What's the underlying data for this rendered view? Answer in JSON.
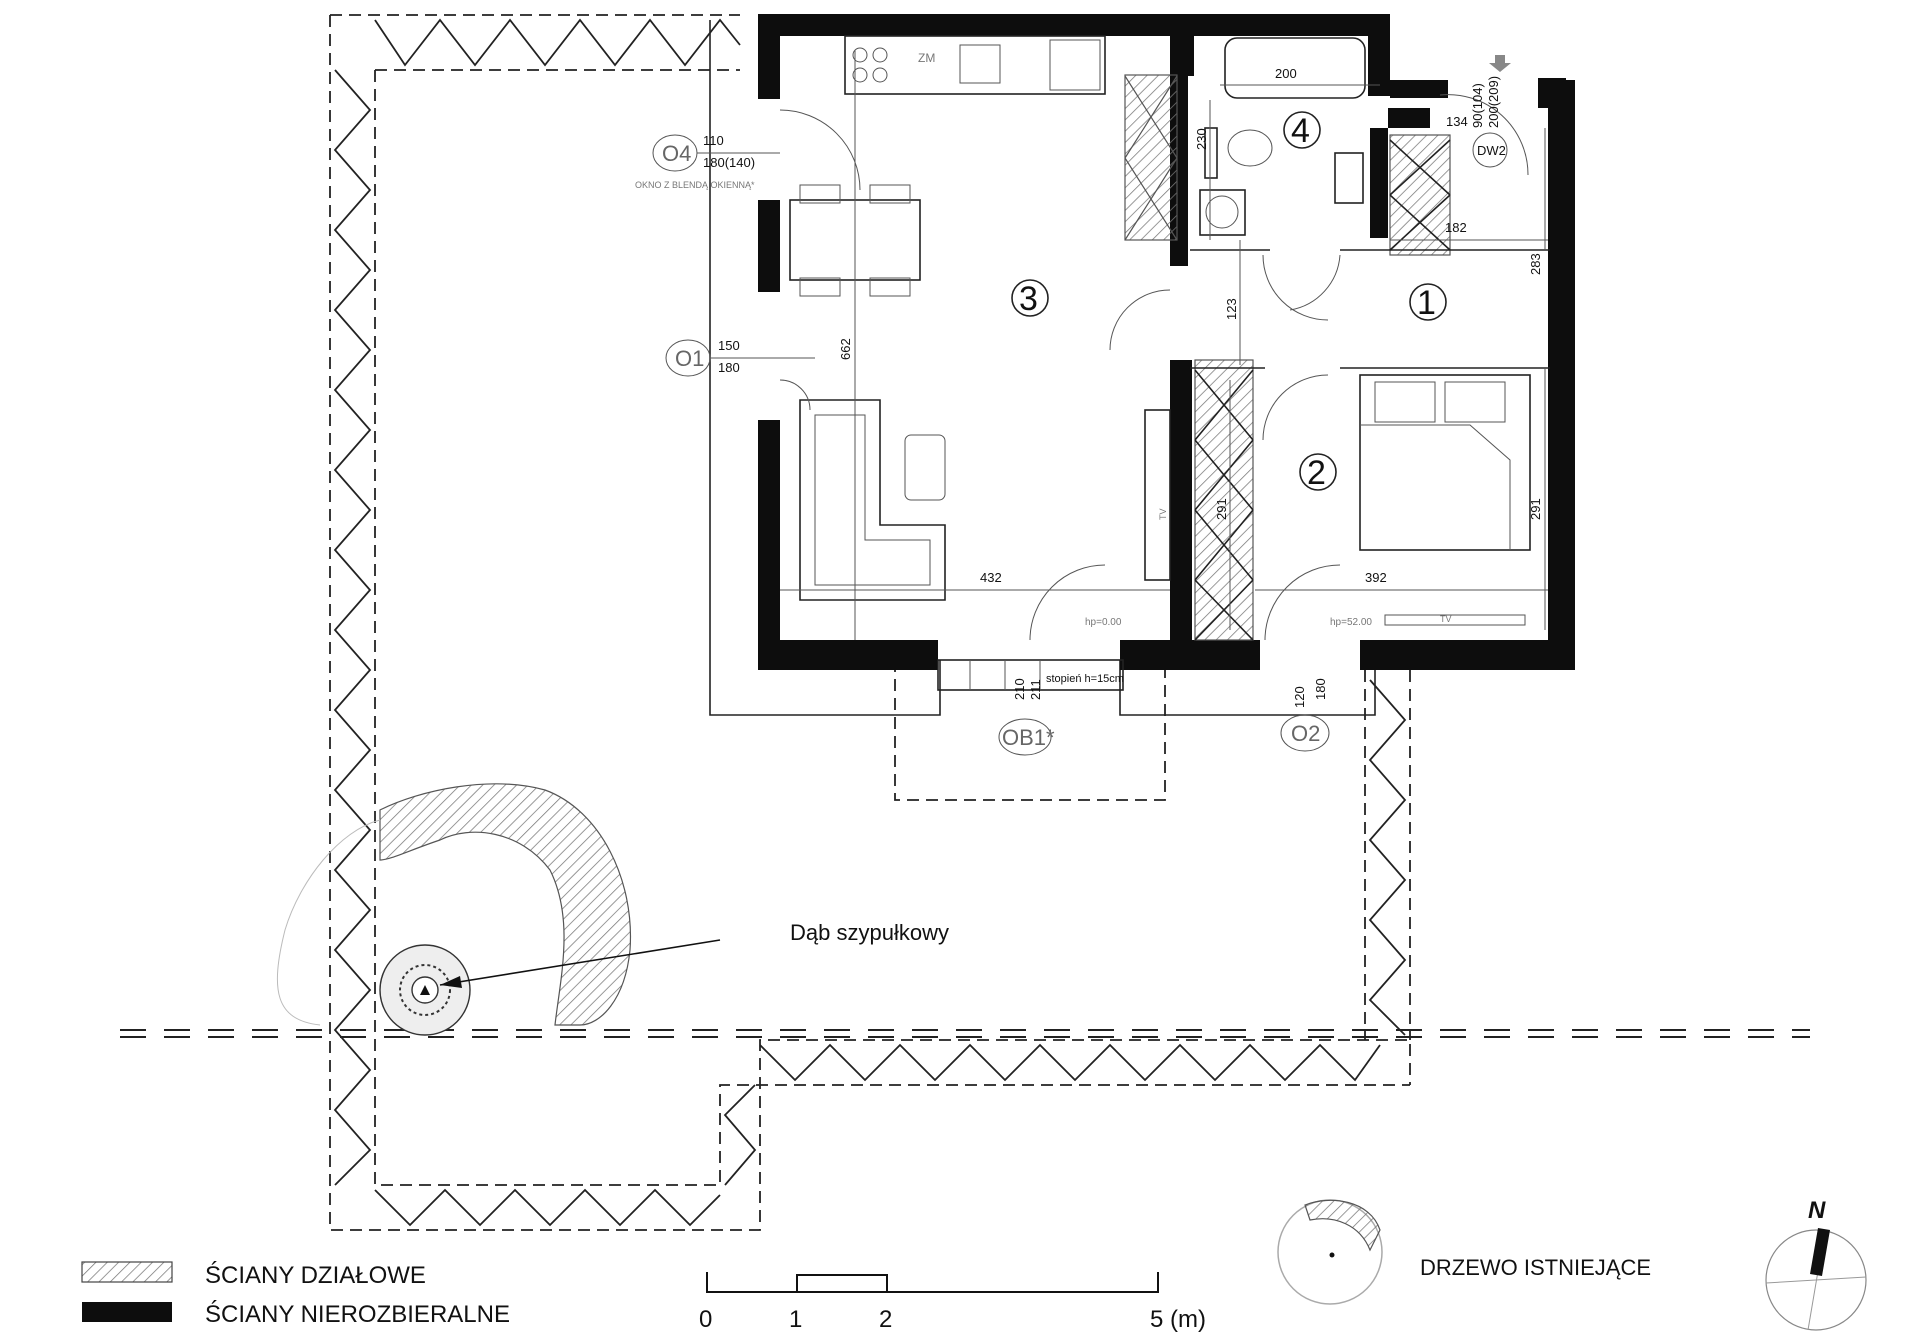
{
  "rooms": [
    "1",
    "2",
    "3",
    "4"
  ],
  "dimensions": {
    "living_height": "662",
    "living_width": "432",
    "bedroom_width": "392",
    "bedroom_depth": "291",
    "bedroom_depth_inner": "291",
    "hall_width": "182",
    "hall_depth": "283",
    "hall_passage": "123",
    "bath_width": "200",
    "bath_depth": "230",
    "entry_depth": "134"
  },
  "openings": {
    "window_04": {
      "tag": "O4",
      "width": "110",
      "height": "180(140)",
      "note": "OKNO Z BLENDĄ OKIENNĄ*"
    },
    "window_01": {
      "tag": "O1",
      "width": "150",
      "height": "180"
    },
    "window_02": {
      "tag": "O2",
      "width": "120",
      "height": "180"
    },
    "balcony_door": {
      "tag": "OB1*",
      "width": "210",
      "height": "211",
      "step": "stopień h=15cm"
    },
    "entry_door": {
      "tag": "DW2",
      "width": "90(104)",
      "height": "200(209)"
    }
  },
  "fixtures": {
    "fridge": "ZM",
    "tv_1": "TV",
    "tv_2": "TV"
  },
  "levels": {
    "living": "hp=0.00",
    "bedroom": "hp=52.00"
  },
  "tree_label": "Dąb szypułkowy",
  "legend": {
    "partition_walls": "ŚCIANY DZIAŁOWE",
    "structural_walls": "ŚCIANY NIEROZBIERALNE"
  },
  "existing_tree": "DRZEWO ISTNIEJĄCE",
  "scale": {
    "ticks": [
      "0",
      "1",
      "2",
      "5 (m)"
    ]
  },
  "north": "N"
}
